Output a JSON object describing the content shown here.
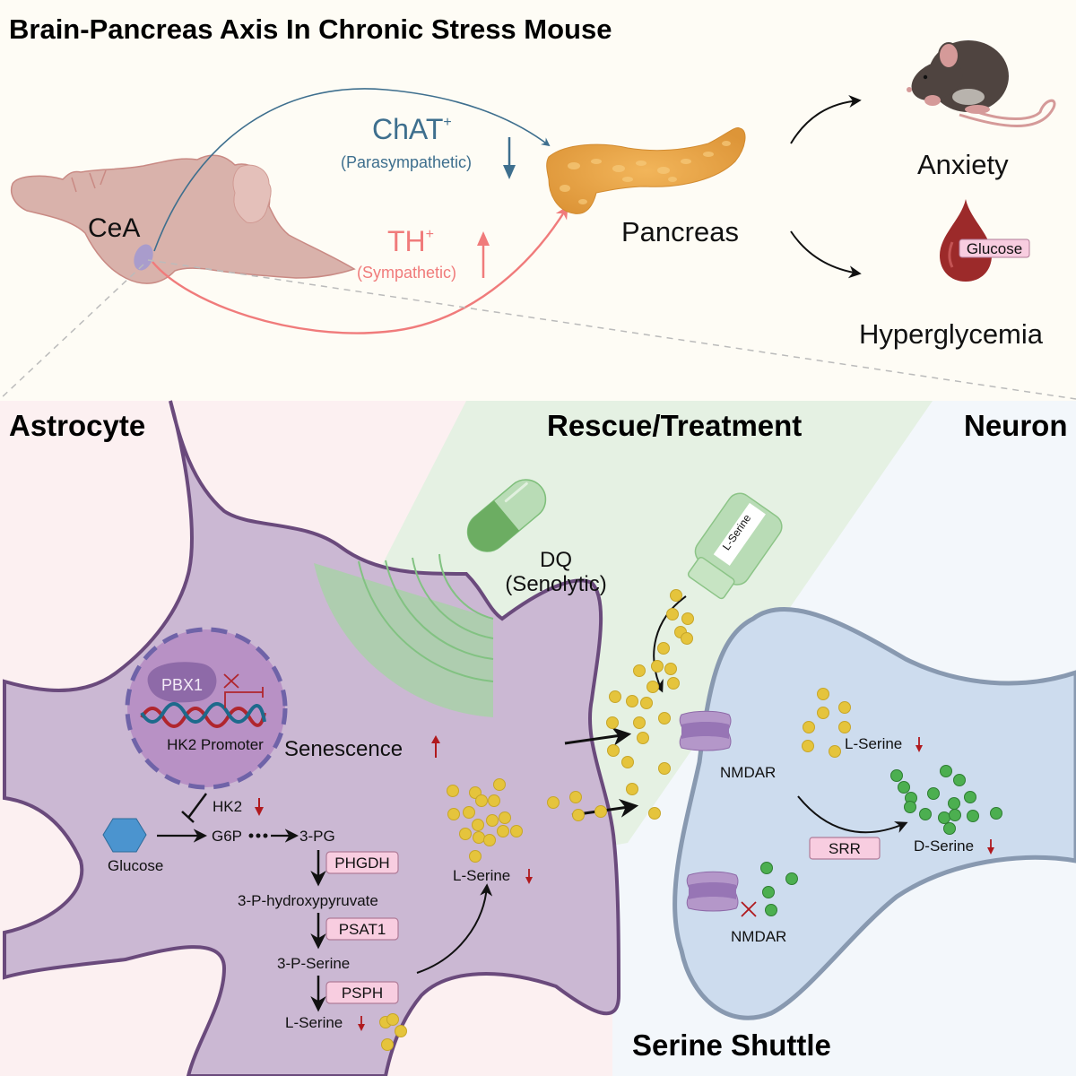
{
  "title": "Brain-Pancreas Axis In Chronic Stress Mouse",
  "top": {
    "brain_region": "CeA",
    "parasympathetic": {
      "marker": "ChAT",
      "superscript": "+",
      "label": "(Parasympathetic)",
      "direction": "down",
      "color": "#3e6f8e"
    },
    "sympathetic": {
      "marker": "TH",
      "superscript": "+",
      "label": "(Sympathetic)",
      "direction": "up",
      "color": "#f07b7b"
    },
    "organ": "Pancreas",
    "outcomes": [
      {
        "label": "Anxiety",
        "icon": "mouse-icon"
      },
      {
        "label": "Hyperglycemia",
        "icon": "blood-drop-icon",
        "badge": "Glucose"
      }
    ]
  },
  "sections": {
    "astrocyte": "Astrocyte",
    "rescue": "Rescue/Treatment",
    "neuron": "Neuron",
    "shuttle": "Serine Shuttle"
  },
  "astrocyte": {
    "nucleus": {
      "protein": "PBX1",
      "promoter": "HK2 Promoter"
    },
    "senescence": {
      "label": "Senescence",
      "direction": "up"
    },
    "pathway": {
      "hk2": {
        "label": "HK2",
        "direction": "down"
      },
      "substrate": "Glucose",
      "g6p": "G6P",
      "pg3": "3-PG",
      "steps": [
        {
          "enzyme": "PHGDH",
          "product": "3-P-hydroxypyruvate"
        },
        {
          "enzyme": "PSAT1",
          "product": "3-P-Serine"
        },
        {
          "enzyme": "PSPH",
          "product": "L-Serine"
        }
      ],
      "product_direction": "down"
    },
    "lserine_pool": {
      "label": "L-Serine",
      "direction": "down"
    }
  },
  "rescue": {
    "drug": {
      "name": "DQ",
      "class": "(Senolytic)"
    },
    "supplement": {
      "bottle_label": "L-Serine"
    }
  },
  "neuron": {
    "receptor_top": "NMDAR",
    "receptor_bottom": "NMDAR",
    "lserine": {
      "label": "L-Serine",
      "direction": "down"
    },
    "enzyme": "SRR",
    "dserine": {
      "label": "D-Serine",
      "direction": "down"
    }
  },
  "colors": {
    "astro_fill": "#cbb8d3",
    "astro_stroke": "#6a4a7c",
    "neuron_fill": "#cddcee",
    "neuron_stroke": "#8899b0",
    "lserine_dot": "#e5c43c",
    "dserine_dot": "#4caf50",
    "down_arrow": "#b0191e",
    "enzyme_box": "#f8cde0"
  }
}
